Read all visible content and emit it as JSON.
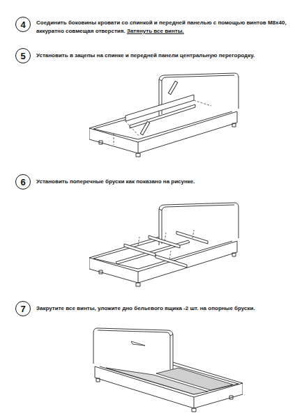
{
  "diagram": {
    "nodes": [
      {
        "text": [
          "4"
        ]
      },
      {
        "text": [
          "5"
        ]
      },
      {
        "text": [
          "6"
        ]
      },
      {
        "text": [
          "7"
        ]
      }
    ],
    "labels": [
      "Соединить боковины кровати со спинкой и передней панелью с помощью винтов М8х40, аккуратно совмещая отверстия.",
      "Затянуть все винты.",
      "Установить в зацепы на спинке и передней панели центральную перегородку.",
      "Установить поперечные бруски как показано на рисунке.",
      "Закрутите все винты, уложите дно бельевого ящика -2 шт. на опорные бруски."
    ]
  }
}
